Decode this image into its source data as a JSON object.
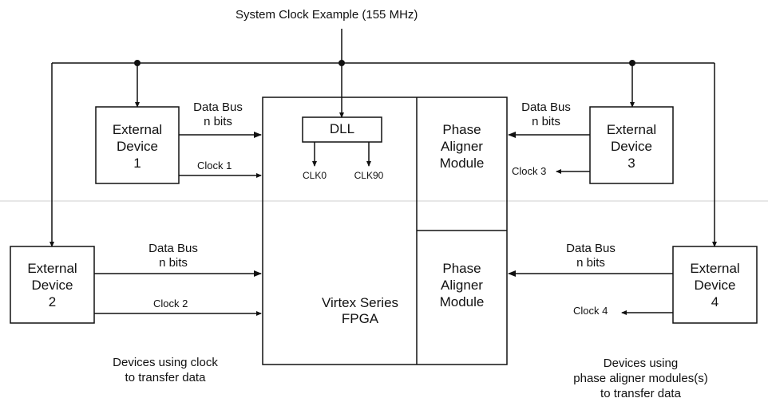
{
  "title": "System Clock Example (155 MHz)",
  "fpga": {
    "line1": "Virtex Series",
    "line2": "FPGA"
  },
  "dll": {
    "label": "DLL",
    "out_a": "CLK0",
    "out_b": "CLK90"
  },
  "phase_aligner": {
    "line1": "Phase",
    "line2": "Aligner",
    "line3": "Module"
  },
  "devices": [
    {
      "line1": "External",
      "line2": "Device",
      "number": "1"
    },
    {
      "line1": "External",
      "line2": "Device",
      "number": "2"
    },
    {
      "line1": "External",
      "line2": "Device",
      "number": "3"
    },
    {
      "line1": "External",
      "line2": "Device",
      "number": "4"
    }
  ],
  "data_bus": {
    "line1": "Data Bus",
    "line2": "n bits"
  },
  "clocks": {
    "c1": "Clock 1",
    "c2": "Clock 2",
    "c3": "Clock 3",
    "c4": "Clock 4"
  },
  "captions": {
    "left_line1": "Devices using clock",
    "left_line2": "to transfer data",
    "right_line1": "Devices using",
    "right_line2": "phase aligner modules(s)",
    "right_line3": "to transfer data"
  }
}
